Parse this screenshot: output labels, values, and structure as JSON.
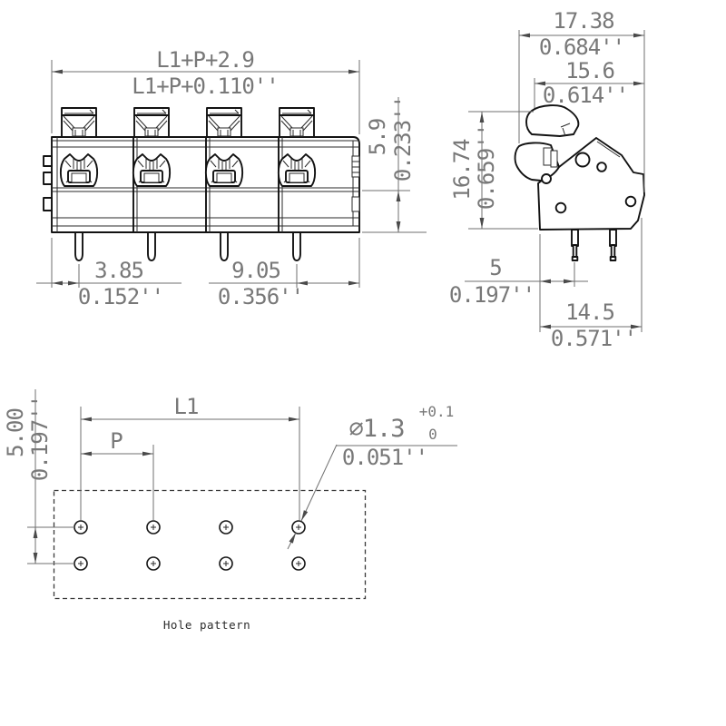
{
  "drawing_title": "Hole pattern",
  "front_view": {
    "overall_width_mm": "L1+P+2.9",
    "overall_width_in": "L1+P+0.110''",
    "height_above_board_mm": "5.9",
    "height_above_board_in": "0.233''",
    "pin_edge_offset_mm": "3.85",
    "pin_edge_offset_in": "0.152''",
    "pin_end_span_mm": "9.05",
    "pin_end_span_in": "0.356''"
  },
  "side_view": {
    "overall_depth_mm": "17.38",
    "overall_depth_in": "0.684''",
    "body_depth_mm": "15.6",
    "body_depth_in": "0.614''",
    "overall_height_mm": "16.74",
    "overall_height_in": "0.659''",
    "pin_offset_mm": "5",
    "pin_offset_in": "0.197''",
    "base_depth_mm": "14.5",
    "base_depth_in": "0.571''"
  },
  "hole_pattern": {
    "label": "Hole pattern",
    "length_dim": "L1",
    "pitch_dim": "P",
    "row_spacing_mm": "5.00",
    "row_spacing_in": "0.197''",
    "hole_diameter_mm": "∅1.3",
    "tolerance_upper": "+0.1",
    "tolerance_lower": "0",
    "hole_diameter_in": "0.051''"
  },
  "colors": {
    "outline": "#121212",
    "dimension_lines": "#6f6f6f",
    "dimension_text": "#787878",
    "background": "#ffffff"
  }
}
